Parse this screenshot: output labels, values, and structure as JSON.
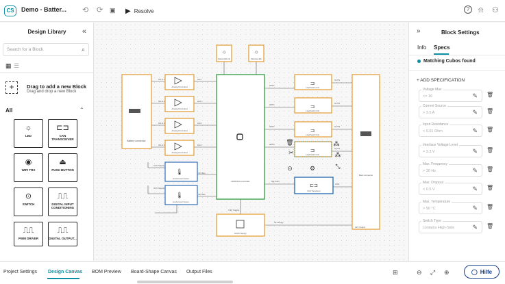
{
  "topbar": {
    "logo": "CS",
    "project_title": "Demo - Batter...",
    "undo_icon": "⟲",
    "redo_icon": "⟳",
    "save_icon": "💾",
    "resolve_label": "Resolve",
    "help_icon": "?",
    "bell_icon": "🔔",
    "user_icon": "👤"
  },
  "library": {
    "title": "Design Library",
    "collapse": "«",
    "search_placeholder": "Search for a Block",
    "drag_title": "Drag to add a new Block",
    "drag_sub": "Drag and drop a new Block",
    "all_label": "All",
    "all_chevron": "⌃",
    "tiles": [
      {
        "label": "LED",
        "icon": "☼"
      },
      {
        "label": "CAN TRANSCEIVER",
        "icon": "⊏⊐"
      },
      {
        "label": "WIFI TRX",
        "icon": "◉"
      },
      {
        "label": "PUSH BUTTON",
        "icon": "⏏"
      },
      {
        "label": "SWITCH",
        "icon": "⊙"
      },
      {
        "label": "DIGITAL INPUT CONDITIONING",
        "icon": "⎍⎍"
      },
      {
        "label": "PWM DRIVER",
        "icon": "⎍⎍"
      },
      {
        "label": "DIGITAL OUTPUT...",
        "icon": "⎍⎍"
      }
    ]
  },
  "canvas": {
    "leds": [
      "Status LED (x2)",
      "Warning LED"
    ],
    "battery_connector": "Battery connector",
    "afe_label": "Analog Front End",
    "afe_ports": [
      "CH A 1",
      "CH A 2",
      "CH A 3",
      "CH A 4"
    ],
    "env_sensor": "Environment Sensor",
    "supply_33": "3.3V Supply",
    "i2c_bus": "I2C Bus",
    "mcu": "ARM Microcontroller",
    "load_switch": "Load Switch Unit",
    "can_transceiver": "CAN Transceiver",
    "main_connector": "Main connector",
    "dcdc": "DCDC Supply",
    "supply_5v": "5V Supply",
    "supply_12v": "12V Supply",
    "sig_can": "Sig CAN",
    "can": "CAN",
    "out_labels": [
      "OUT1",
      "OUT2",
      "OUT3",
      "OUT4"
    ],
    "afe_out": [
      "Ain1",
      "Ain2",
      "Ain3",
      "Ain4"
    ],
    "gpio_labels": [
      "GPIO",
      "GPIO",
      "GPIO",
      "GPIO"
    ]
  },
  "specs_panel": {
    "collapse": "»",
    "title": "Block Settings",
    "tabs": [
      "Info",
      "Specs"
    ],
    "active_tab": "Specs",
    "matching": "Matching Cubos found",
    "add_spec": "+ ADD SPECIFICATION",
    "specs": [
      {
        "label": "Voltage Max",
        "value": "<= 16"
      },
      {
        "label": "Current Source",
        "value": "> 3.5 A"
      },
      {
        "label": "Input Resistance",
        "value": "< 0.01 Ohm"
      },
      {
        "label": "Interface Voltage Level",
        "value": "= 3.3 V"
      },
      {
        "label": "Max. Frequency",
        "value": "> 30 Hz"
      },
      {
        "label": "Max. Dropout",
        "value": "< 0.5 V"
      },
      {
        "label": "Max. Temperature",
        "value": "> 90 °C"
      },
      {
        "label": "Switch Type",
        "value": "contains High-Side"
      }
    ]
  },
  "bottom": {
    "tabs": [
      "Project Settings",
      "Design Canvas",
      "BOM Preview",
      "Board-Shape Canvas",
      "Output Files"
    ],
    "active_tab": "Design Canvas",
    "hilfe": "Hilfe"
  }
}
